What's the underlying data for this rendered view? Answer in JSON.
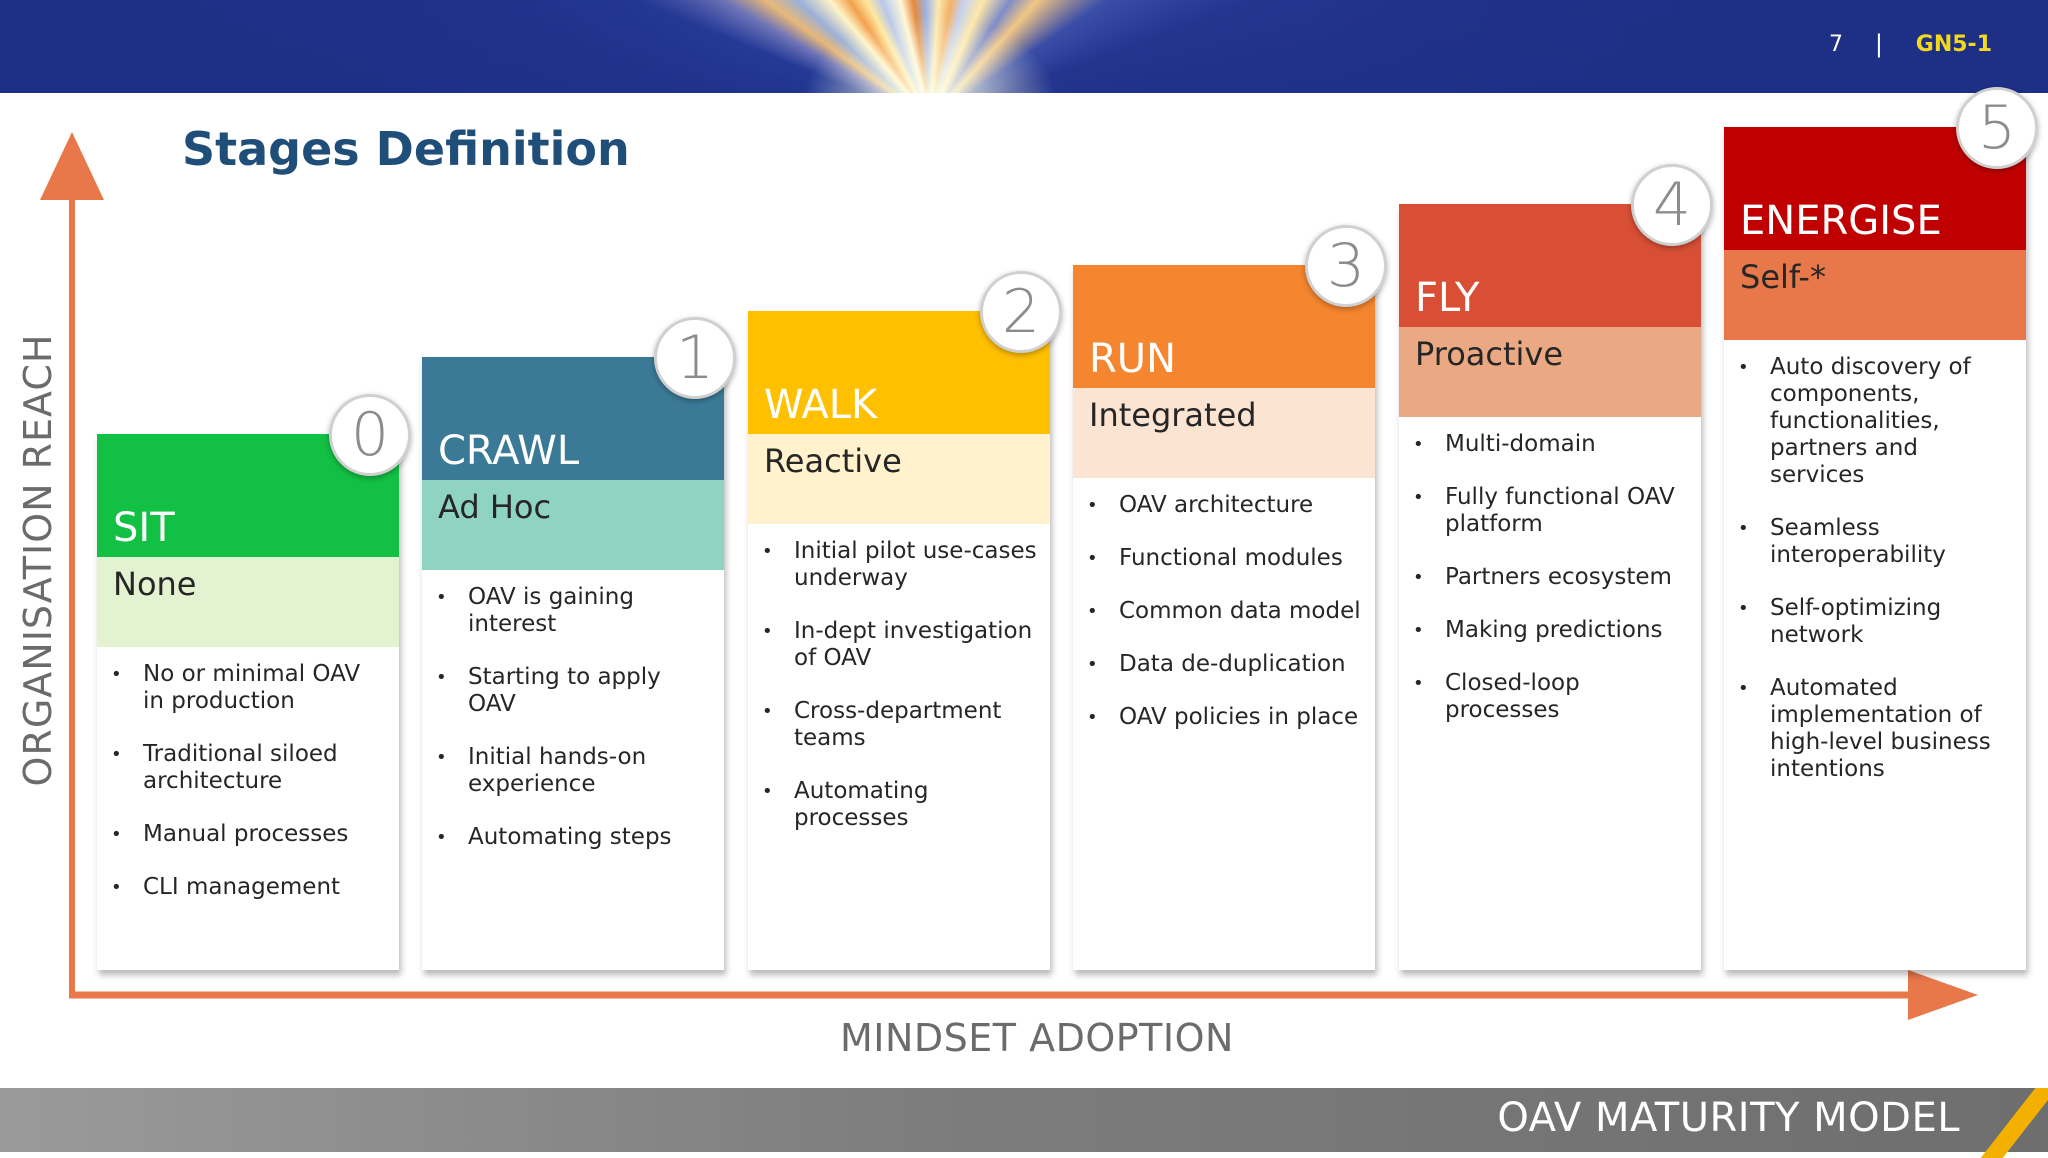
{
  "header": {
    "page_number": "7",
    "separator": "|",
    "doc_code": "GN5-1"
  },
  "title": "Stages Definition",
  "axes": {
    "y_label": "ORGANISATION REACH",
    "x_label": "MINDSET ADOPTION"
  },
  "stages": [
    {
      "number": "0",
      "name": "SIT",
      "subtitle": "None",
      "name_color": "#12c043",
      "sub_color": "#e3f3d2",
      "items": [
        "No or minimal OAV in production",
        "Traditional siloed architecture",
        "Manual processes",
        "CLI management"
      ]
    },
    {
      "number": "1",
      "name": "CRAWL",
      "subtitle": "Ad Hoc",
      "name_color": "#3b7a97",
      "sub_color": "#8fd3c3",
      "items": [
        "OAV is gaining interest",
        "Starting to apply OAV",
        "Initial hands-on experience",
        "Automating steps"
      ]
    },
    {
      "number": "2",
      "name": "WALK",
      "subtitle": "Reactive",
      "name_color": "#ffc000",
      "sub_color": "#fff2cc",
      "items": [
        "Initial pilot use-cases underway",
        "In-dept investigation of OAV",
        "Cross-department teams",
        "Automating processes"
      ]
    },
    {
      "number": "3",
      "name": "RUN",
      "subtitle": "Integrated",
      "name_color": "#f5852e",
      "sub_color": "#fce4d2",
      "items": [
        "OAV architecture",
        "Functional modules",
        "Common data model",
        "Data de-duplication",
        "OAV policies in place"
      ]
    },
    {
      "number": "4",
      "name": "FLY",
      "subtitle": "Proactive",
      "name_color": "#d84f36",
      "sub_color": "#eaa983",
      "items": [
        "Multi-domain",
        "Fully functional OAV platform",
        "Partners ecosystem",
        "Making predictions",
        "Closed-loop processes"
      ]
    },
    {
      "number": "5",
      "name": "ENERGISE",
      "subtitle": "Self-*",
      "name_color": "#c00000",
      "sub_color": "#e8774a",
      "items": [
        "Auto discovery of components, functionalities, partners and services",
        "Seamless interoperability",
        "Self-optimizing network",
        "Automated implementation of high-level business intentions"
      ]
    }
  ],
  "footer": {
    "title": "OAV MATURITY MODEL"
  }
}
